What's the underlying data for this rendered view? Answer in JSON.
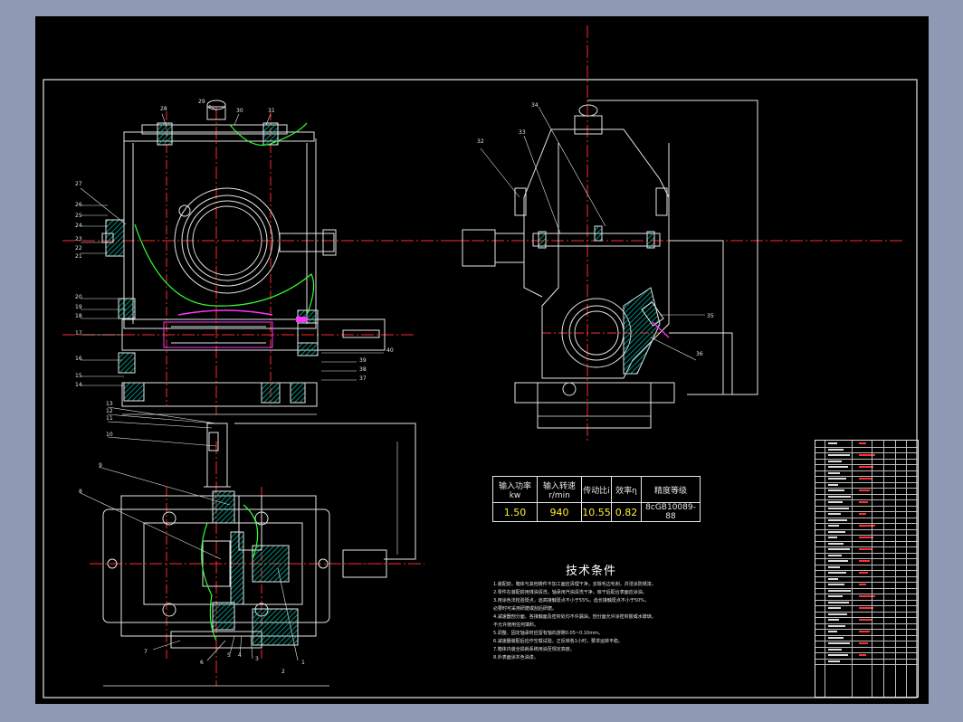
{
  "drawing": {
    "part_labels_front": [
      "28",
      "29",
      "30",
      "31",
      "27",
      "26",
      "25",
      "24",
      "23",
      "22",
      "21",
      "20",
      "19",
      "18",
      "17",
      "16",
      "15",
      "14",
      "40",
      "39",
      "38",
      "37"
    ],
    "part_labels_side": [
      "34",
      "33",
      "32",
      "35",
      "36"
    ],
    "part_labels_top": [
      "13",
      "12",
      "11",
      "10",
      "9",
      "8",
      "7",
      "6",
      "5",
      "4",
      "3",
      "2",
      "1"
    ]
  },
  "performance_table": {
    "headers": [
      "输入功率kw",
      "输入转速r/min",
      "传动比i",
      "效率η",
      "精度等级"
    ],
    "values": [
      "1.50",
      "940",
      "10.55",
      "0.82",
      "8cGB10089-88"
    ]
  },
  "tech_requirements": {
    "title": "技术条件",
    "notes": [
      "1.装配前，箱体与其他铸件不加工面应清理干净，去除毛边毛刺，并浸涂防锈漆。",
      "2.零件在装配前用煤油清洗，轴承用汽油清洗干净，晾干后配合表面应涂油。",
      "3.用涂色法检验斑点，齿高接触斑点不小于55%，齿长接触斑点不小于50%，",
      "  必要时可采用研磨或刮后研磨。",
      "4.减速器剖分面、各接触面及密封处均不许漏油，剖分面允许涂密封胶或水玻璃，",
      "  不允许使用任何填料。",
      "5.调整、固定轴承时应留有轴向游隙0.05~0.10mm。",
      "6.减速器装配后应作空载试验，正反转各1小时，要求运转平稳。",
      "7.箱体内装全损耗系统用油至规定高度。",
      "8.外表面涂灰色油漆。"
    ]
  },
  "colors": {
    "background": "#8e9ab3",
    "drawing_bg": "#000000",
    "line": "#e6e6e6",
    "center_line": "#ff2a2a",
    "section_fill": "#00c8b4",
    "highlight": "#ff33ff",
    "contour": "#33ff33",
    "value_text": "#ffee33"
  }
}
